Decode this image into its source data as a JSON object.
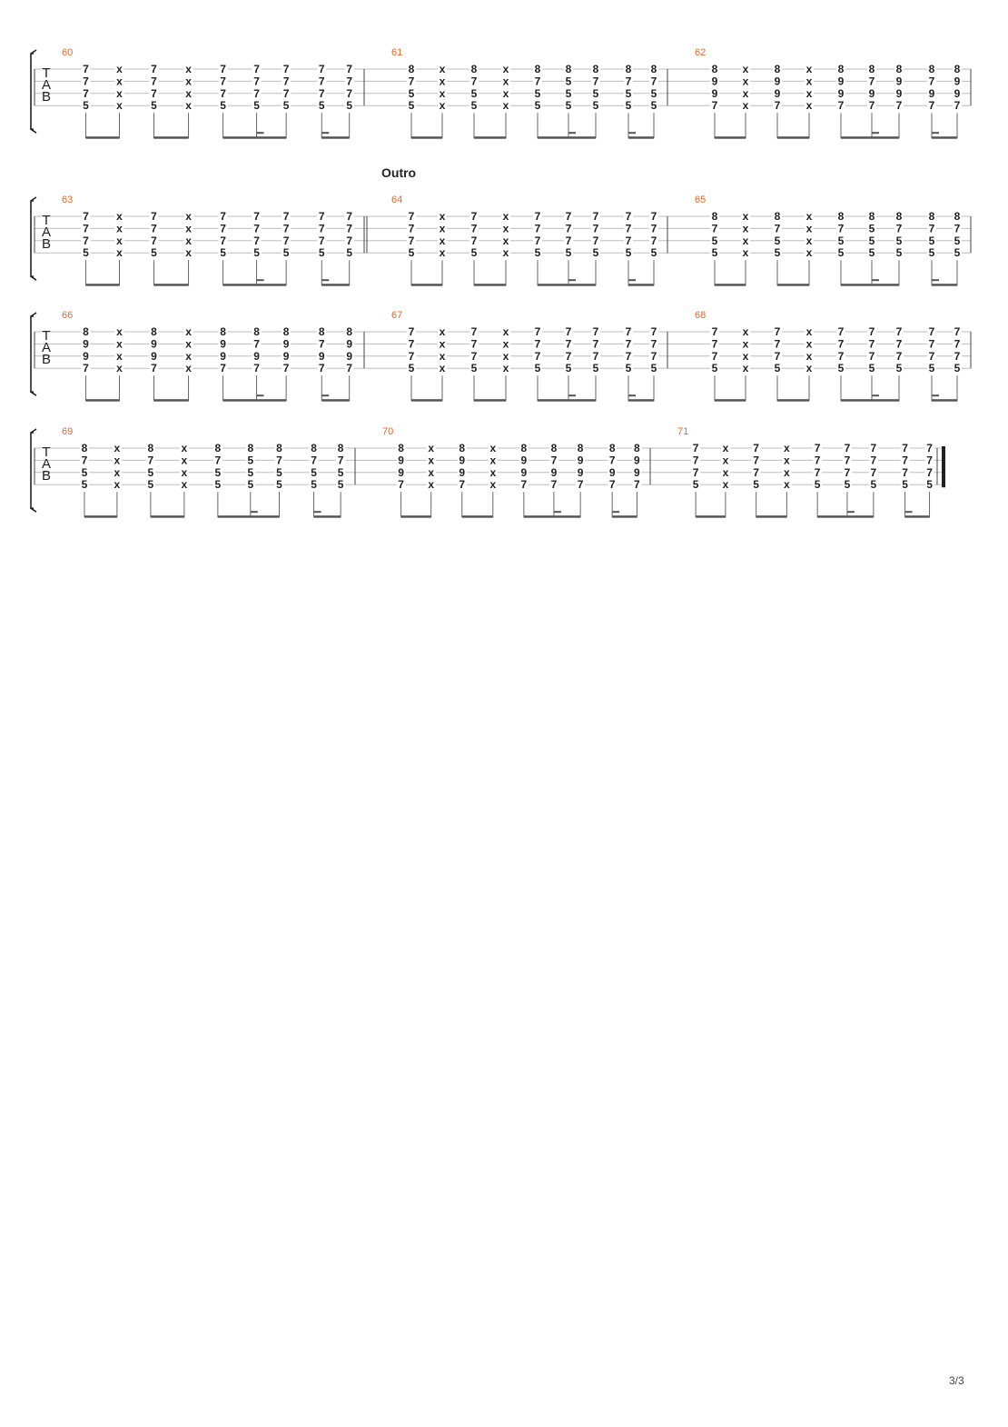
{
  "page": {
    "number_label": "3/3"
  },
  "tab": {
    "clef_letters": [
      "T",
      "A",
      "B"
    ],
    "sections": [
      {
        "label": "Outro",
        "at_measure": "64"
      }
    ],
    "systems": [
      {
        "measures": [
          {
            "number": "60",
            "chords": [
              [
                "7",
                "7",
                "7",
                "5"
              ],
              [
                "x",
                "x",
                "x",
                "x"
              ],
              [
                "7",
                "7",
                "7",
                "5"
              ],
              [
                "x",
                "x",
                "x",
                "x"
              ],
              [
                "7",
                "7",
                "7",
                "5"
              ],
              [
                "7",
                "7",
                "7",
                "5"
              ],
              [
                "7",
                "7",
                "7",
                "5"
              ],
              [
                "7",
                "7",
                "7",
                "5"
              ],
              [
                "7",
                "7",
                "7",
                "5"
              ]
            ]
          },
          {
            "number": "61",
            "chords": [
              [
                "8",
                "7",
                "5",
                "5"
              ],
              [
                "x",
                "x",
                "x",
                "x"
              ],
              [
                "8",
                "7",
                "5",
                "5"
              ],
              [
                "x",
                "x",
                "x",
                "x"
              ],
              [
                "8",
                "7",
                "5",
                "5"
              ],
              [
                "8",
                "5",
                "5",
                "5"
              ],
              [
                "8",
                "7",
                "5",
                "5"
              ],
              [
                "8",
                "7",
                "5",
                "5"
              ],
              [
                "8",
                "7",
                "5",
                "5"
              ]
            ]
          },
          {
            "number": "62",
            "chords": [
              [
                "8",
                "9",
                "9",
                "7"
              ],
              [
                "x",
                "x",
                "x",
                "x"
              ],
              [
                "8",
                "9",
                "9",
                "7"
              ],
              [
                "x",
                "x",
                "x",
                "x"
              ],
              [
                "8",
                "9",
                "9",
                "7"
              ],
              [
                "8",
                "7",
                "9",
                "7"
              ],
              [
                "8",
                "9",
                "9",
                "7"
              ],
              [
                "8",
                "7",
                "9",
                "7"
              ],
              [
                "8",
                "9",
                "9",
                "7"
              ]
            ]
          }
        ],
        "start_barline": "single",
        "end_barline": "single"
      },
      {
        "measures": [
          {
            "number": "63",
            "chords": [
              [
                "7",
                "7",
                "7",
                "5"
              ],
              [
                "x",
                "x",
                "x",
                "x"
              ],
              [
                "7",
                "7",
                "7",
                "5"
              ],
              [
                "x",
                "x",
                "x",
                "x"
              ],
              [
                "7",
                "7",
                "7",
                "5"
              ],
              [
                "7",
                "7",
                "7",
                "5"
              ],
              [
                "7",
                "7",
                "7",
                "5"
              ],
              [
                "7",
                "7",
                "7",
                "5"
              ],
              [
                "7",
                "7",
                "7",
                "5"
              ]
            ]
          },
          {
            "number": "64",
            "chords": [
              [
                "7",
                "7",
                "7",
                "5"
              ],
              [
                "x",
                "x",
                "x",
                "x"
              ],
              [
                "7",
                "7",
                "7",
                "5"
              ],
              [
                "x",
                "x",
                "x",
                "x"
              ],
              [
                "7",
                "7",
                "7",
                "5"
              ],
              [
                "7",
                "7",
                "7",
                "5"
              ],
              [
                "7",
                "7",
                "7",
                "5"
              ],
              [
                "7",
                "7",
                "7",
                "5"
              ],
              [
                "7",
                "7",
                "7",
                "5"
              ]
            ]
          },
          {
            "number": "65",
            "chords": [
              [
                "8",
                "7",
                "5",
                "5"
              ],
              [
                "x",
                "x",
                "x",
                "x"
              ],
              [
                "8",
                "7",
                "5",
                "5"
              ],
              [
                "x",
                "x",
                "x",
                "x"
              ],
              [
                "8",
                "7",
                "5",
                "5"
              ],
              [
                "8",
                "5",
                "5",
                "5"
              ],
              [
                "8",
                "7",
                "5",
                "5"
              ],
              [
                "8",
                "7",
                "5",
                "5"
              ],
              [
                "8",
                "7",
                "5",
                "5"
              ]
            ]
          }
        ],
        "start_barline": "single",
        "end_barline": "single"
      },
      {
        "measures": [
          {
            "number": "66",
            "chords": [
              [
                "8",
                "9",
                "9",
                "7"
              ],
              [
                "x",
                "x",
                "x",
                "x"
              ],
              [
                "8",
                "9",
                "9",
                "7"
              ],
              [
                "x",
                "x",
                "x",
                "x"
              ],
              [
                "8",
                "9",
                "9",
                "7"
              ],
              [
                "8",
                "7",
                "9",
                "7"
              ],
              [
                "8",
                "9",
                "9",
                "7"
              ],
              [
                "8",
                "7",
                "9",
                "7"
              ],
              [
                "8",
                "9",
                "9",
                "7"
              ]
            ]
          },
          {
            "number": "67",
            "chords": [
              [
                "7",
                "7",
                "7",
                "5"
              ],
              [
                "x",
                "x",
                "x",
                "x"
              ],
              [
                "7",
                "7",
                "7",
                "5"
              ],
              [
                "x",
                "x",
                "x",
                "x"
              ],
              [
                "7",
                "7",
                "7",
                "5"
              ],
              [
                "7",
                "7",
                "7",
                "5"
              ],
              [
                "7",
                "7",
                "7",
                "5"
              ],
              [
                "7",
                "7",
                "7",
                "5"
              ],
              [
                "7",
                "7",
                "7",
                "5"
              ]
            ]
          },
          {
            "number": "68",
            "chords": [
              [
                "7",
                "7",
                "7",
                "5"
              ],
              [
                "x",
                "x",
                "x",
                "x"
              ],
              [
                "7",
                "7",
                "7",
                "5"
              ],
              [
                "x",
                "x",
                "x",
                "x"
              ],
              [
                "7",
                "7",
                "7",
                "5"
              ],
              [
                "7",
                "7",
                "7",
                "5"
              ],
              [
                "7",
                "7",
                "7",
                "5"
              ],
              [
                "7",
                "7",
                "7",
                "5"
              ],
              [
                "7",
                "7",
                "7",
                "5"
              ]
            ]
          }
        ],
        "start_barline": "single",
        "end_barline": "single"
      },
      {
        "measures": [
          {
            "number": "69",
            "chords": [
              [
                "8",
                "7",
                "5",
                "5"
              ],
              [
                "x",
                "x",
                "x",
                "x"
              ],
              [
                "8",
                "7",
                "5",
                "5"
              ],
              [
                "x",
                "x",
                "x",
                "x"
              ],
              [
                "8",
                "7",
                "5",
                "5"
              ],
              [
                "8",
                "5",
                "5",
                "5"
              ],
              [
                "8",
                "7",
                "5",
                "5"
              ],
              [
                "8",
                "7",
                "5",
                "5"
              ],
              [
                "8",
                "7",
                "5",
                "5"
              ]
            ]
          },
          {
            "number": "70",
            "chords": [
              [
                "8",
                "9",
                "9",
                "7"
              ],
              [
                "x",
                "x",
                "x",
                "x"
              ],
              [
                "8",
                "9",
                "9",
                "7"
              ],
              [
                "x",
                "x",
                "x",
                "x"
              ],
              [
                "8",
                "9",
                "9",
                "7"
              ],
              [
                "8",
                "7",
                "9",
                "7"
              ],
              [
                "8",
                "9",
                "9",
                "7"
              ],
              [
                "8",
                "7",
                "9",
                "7"
              ],
              [
                "8",
                "9",
                "9",
                "7"
              ]
            ]
          },
          {
            "number": "71",
            "chords": [
              [
                "7",
                "7",
                "7",
                "5"
              ],
              [
                "x",
                "x",
                "x",
                "x"
              ],
              [
                "7",
                "7",
                "7",
                "5"
              ],
              [
                "x",
                "x",
                "x",
                "x"
              ],
              [
                "7",
                "7",
                "7",
                "5"
              ],
              [
                "7",
                "7",
                "7",
                "5"
              ],
              [
                "7",
                "7",
                "7",
                "5"
              ],
              [
                "7",
                "7",
                "7",
                "5"
              ],
              [
                "7",
                "7",
                "7",
                "5"
              ]
            ]
          }
        ],
        "start_barline": "single",
        "end_barline": "final"
      }
    ]
  },
  "colors": {
    "measure_number": "#e8672c",
    "staff_line": "#bdbdbd",
    "ink": "#222222",
    "beam": "#555555"
  }
}
